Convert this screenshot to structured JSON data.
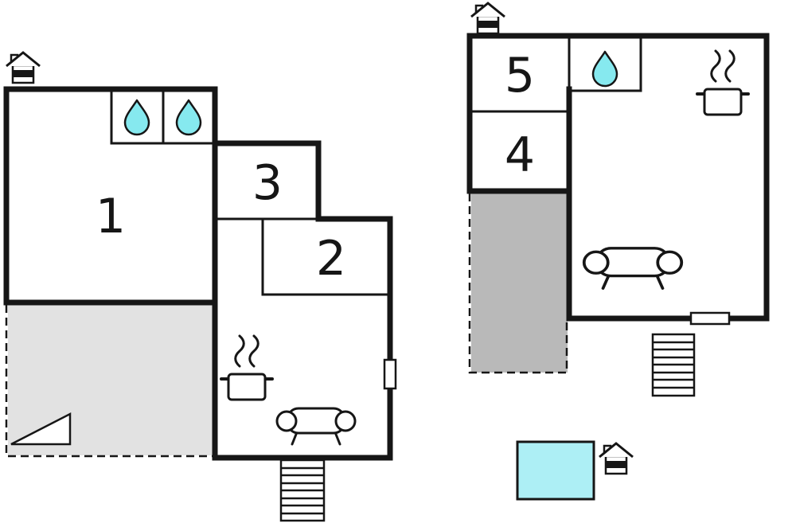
{
  "page": {
    "kind": "floor-plan",
    "units": "2"
  },
  "rooms": {
    "r1": {
      "label": "1"
    },
    "r2": {
      "label": "2"
    },
    "r3": {
      "label": "3"
    },
    "r4": {
      "label": "4"
    },
    "r5": {
      "label": "5"
    }
  },
  "colors": {
    "wall": "#161616",
    "water": "#86e9ef",
    "pool": "#adeff5",
    "terrace_left": "#e2e2e2",
    "terrace_right": "#b9b9b9",
    "bg": "#ffffff"
  },
  "icons": {
    "water_drop": "teardrop",
    "stove": "pot-with-steam",
    "sofa": "sofa",
    "chimney": "fireplace-chimney",
    "stairs": "staircase",
    "window": "window-opening",
    "ramp": "ramp-wedge",
    "pool": "swimming-pool"
  }
}
